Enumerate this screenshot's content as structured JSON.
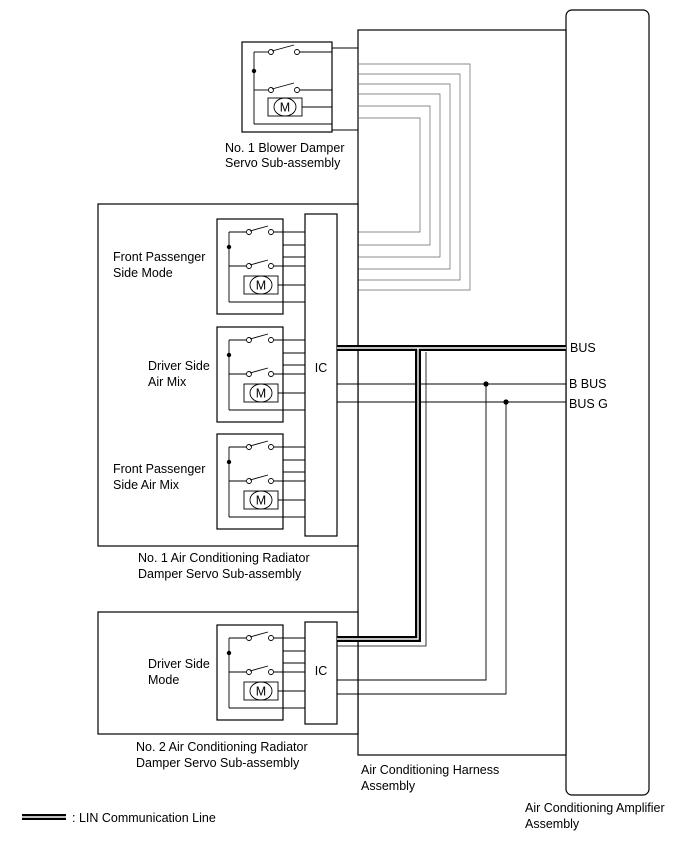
{
  "labels": {
    "blower_1": "No. 1 Blower Damper",
    "blower_2": "Servo Sub-assembly",
    "fp_mode_1": "Front Passenger",
    "fp_mode_2": "Side Mode",
    "drv_mix_1": "Driver Side",
    "drv_mix_2": "Air Mix",
    "fp_mix_1": "Front Passenger",
    "fp_mix_2": "Side Air Mix",
    "ic_top": "IC",
    "ic_bottom": "IC",
    "radiator1_1": "No. 1 Air Conditioning Radiator",
    "radiator1_2": "Damper Servo Sub-assembly",
    "drv_mode_1": "Driver Side",
    "drv_mode_2": "Mode",
    "radiator2_1": "No. 2 Air Conditioning Radiator",
    "radiator2_2": "Damper Servo Sub-assembly",
    "harness_1": "Air Conditioning Harness",
    "harness_2": "Assembly",
    "amp_1": "Air Conditioning Amplifier",
    "amp_2": "Assembly",
    "bus": "BUS",
    "b_bus": "B BUS",
    "bus_g": "BUS G",
    "motor": "M",
    "legend": ": LIN Communication Line"
  }
}
